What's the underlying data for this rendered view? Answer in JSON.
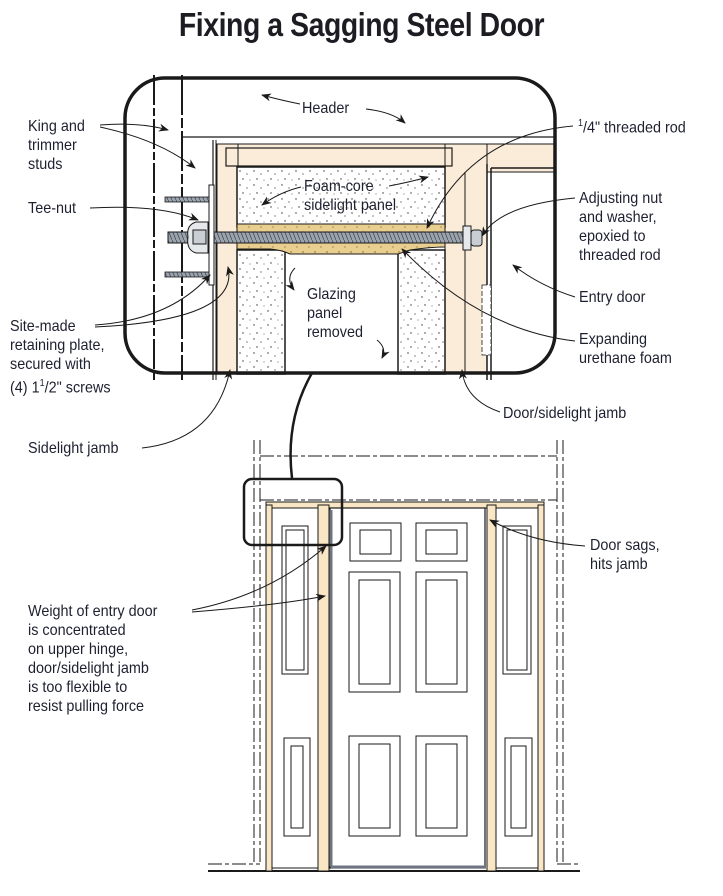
{
  "title": "Fixing a Sagging Steel Door",
  "colors": {
    "wood": "#fbecd9",
    "foam": "#e9cf8f",
    "rod": "#9aa3ad",
    "line": "#1a1a1a",
    "door_edge": "#6f7580",
    "jamb_lower": "#f8e6c4"
  },
  "detail_labels": {
    "king_trimmer": [
      "King and",
      "trimmer",
      "studs"
    ],
    "header": "Header",
    "threaded_rod": {
      "num": "1",
      "den": "4",
      "text": "\" threaded rod"
    },
    "tee_nut": "Tee-nut",
    "foam_core": [
      "Foam-core",
      "sidelight panel"
    ],
    "adjusting_nut": [
      "Adjusting nut",
      "and washer,",
      "epoxied to",
      "threaded rod"
    ],
    "glazing": [
      "Glazing",
      "panel",
      "removed"
    ],
    "entry_door": "Entry door",
    "site_made": [
      "Site-made",
      "retaining plate,",
      "secured with"
    ],
    "screws": {
      "prefix": "(4) 1",
      "num": "1",
      "den": "2",
      "suffix": "\" screws"
    },
    "expanding_foam": [
      "Expanding",
      "urethane foam"
    ],
    "door_sidelight_jamb": "Door/sidelight jamb",
    "sidelight_jamb": "Sidelight jamb"
  },
  "elevation_labels": {
    "weight": [
      "Weight of entry door",
      "is concentrated",
      "on upper hinge,",
      "door/sidelight jamb",
      "is too flexible to",
      "resist pulling force"
    ],
    "door_sags": [
      "Door sags,",
      "hits jamb"
    ]
  }
}
